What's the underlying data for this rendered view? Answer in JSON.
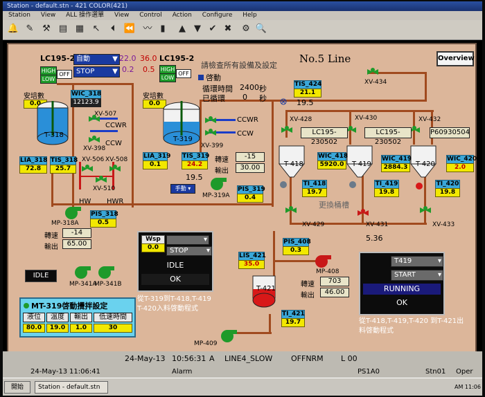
{
  "window": {
    "title": "Station - default.stn - 421 COLOR(421)"
  },
  "menu": [
    "Station",
    "View",
    "ALL 操作選單",
    "View",
    "Control",
    "Action",
    "Configure",
    "Help"
  ],
  "line_title": "No.5 Line",
  "overview_button": "Overview",
  "notice": "請檢查所有設備及設定",
  "lc_left": {
    "name": "LC195-2",
    "mode": "自動",
    "state": "STOP",
    "high": "HIGH",
    "low": "LOW",
    "off": "OFF"
  },
  "lc_mid": {
    "name": "LC195-2",
    "high": "HIGH",
    "low": "LOW",
    "off": "OFF"
  },
  "readouts_top": {
    "a": "22.0",
    "b": "36.0",
    "c": "0.2",
    "d": "0.5"
  },
  "start_group": {
    "checkbox": "啓動",
    "cycle_time_label": "循環時間",
    "cycle_time": "2400",
    "sec": "秒",
    "cycled_label": "已循環",
    "cycled": "0",
    "sec2": "秒"
  },
  "safety_left": {
    "label": "安培數",
    "value": "0.0"
  },
  "safety_mid": {
    "label": "安培數",
    "value": "0.0"
  },
  "tanks": {
    "t318": "T-318",
    "t319": "T-319",
    "t418": "T-418",
    "t419": "T-419",
    "t420": "T-420",
    "t421": "T-421"
  },
  "wic_318": {
    "tag": "WIC_318",
    "value": "12123.9"
  },
  "valves": {
    "xv507": "XV-507",
    "xv398": "XV-398",
    "xv506": "XV-506",
    "xv508": "XV-508",
    "xv510": "XV-510",
    "xv399": "XV-399",
    "xv428": "XV-428",
    "xv430": "XV-430",
    "xv432": "XV-432",
    "xv434": "XV-434",
    "xv429": "XV-429",
    "xv431": "XV-431",
    "xv433": "XV-433"
  },
  "flows": {
    "ccwr1": "CCWR",
    "ccw1": "CCW",
    "ccwr2": "CCWR",
    "ccw2": "CCW",
    "hw": "HW",
    "hwr": "HWR"
  },
  "lia_318": {
    "tag": "LIA_318",
    "value": "72.8"
  },
  "tis_318": {
    "tag": "TIS_318",
    "value": "25.7"
  },
  "lia_319": {
    "tag": "LIA_319",
    "value": "0.1"
  },
  "tis_319": {
    "tag": "TIS_319",
    "value": "24.2"
  },
  "pis_318": {
    "tag": "PIS_318",
    "value": "0.5"
  },
  "pis_319": {
    "tag": "PIS_319",
    "value": "0.4"
  },
  "tis_424": {
    "tag": "TIS_424",
    "value": "21.1",
    "below": "19.5"
  },
  "lc_boxes": {
    "a": "LC195-230502",
    "b": "LC195-230502",
    "c": "P60930504"
  },
  "wic_418": {
    "tag": "WIC_418",
    "value": "5920.0"
  },
  "wic_419": {
    "tag": "WIC_419",
    "value": "2884.3"
  },
  "wic_420": {
    "tag": "WIC_420",
    "value": "2.0"
  },
  "ti_418": {
    "tag": "TI_418",
    "value": "19.7"
  },
  "ti_419": {
    "tag": "TI_419",
    "value": "19.8"
  },
  "ti_420": {
    "tag": "TI_420",
    "value": "19.8"
  },
  "change_bucket": "更換桶槽",
  "mp319a": {
    "name": "MP-319A",
    "speed_label": "轉速",
    "speed": "-15",
    "out_label": "輸出",
    "out": "30.00",
    "below": "19.5",
    "mode": "手動"
  },
  "mp318a": {
    "name": "MP-318A",
    "speed_label": "轉速",
    "speed": "-14",
    "out_label": "輸出",
    "out": "65.00"
  },
  "mp341": {
    "a": "MP-341A",
    "b": "MP-341B"
  },
  "idle_label": "IDLE",
  "wsp_panel": {
    "tag": "Wsp",
    "value": "0.0",
    "select": "STOP",
    "state": "IDLE",
    "ok": "OK",
    "desc": "從T-319到T-418,T-419 T-420入料啓動程式"
  },
  "pis_408": {
    "tag": "PIS_408",
    "value": "0.3"
  },
  "lis_421": {
    "tag": "LIS_421",
    "value": "35.0"
  },
  "mp408": {
    "name": "MP-408",
    "speed_label": "轉速",
    "speed": "703",
    "out_label": "輸出",
    "out": "46.00"
  },
  "ti_421": {
    "tag": "TI_421",
    "value": "19.7"
  },
  "mp409": {
    "name": "MP-409"
  },
  "run_panel": {
    "select1": "T419",
    "select2": "START",
    "state": "RUNNING",
    "ok": "OK",
    "desc": "從T-418,T-419,T-420 到T-421出料啓動程式"
  },
  "value_536": "5.36",
  "mixer_panel": {
    "title": "MT-319啓動攪拌設定",
    "headers": [
      "液位",
      "溫度",
      "輸出",
      "低速時間"
    ],
    "values": [
      "80.0",
      "19.0",
      "1.0",
      "30"
    ]
  },
  "status": {
    "date": "24-May-13",
    "time": "10:56:31",
    "a": "A",
    "alarm_id": "LINE4_SLOW",
    "state": "OFFNRM",
    "code": "L 00"
  },
  "status2": {
    "date": "24-May-13",
    "time": "11:06:41",
    "alarm": "Alarm",
    "station": "PS1A0",
    "stn": "Stn01",
    "mode": "Oper"
  },
  "taskbar": {
    "start": "開始",
    "task": "Station - default.stn",
    "clock": "AM 11:06"
  },
  "colors": {
    "panel_bg": "#dcb69a",
    "pipe": "#a04a1e",
    "tag_blue": "#3aa7d8",
    "value_yellow": "#f2e800",
    "pump_green": "#1e9a2a"
  }
}
